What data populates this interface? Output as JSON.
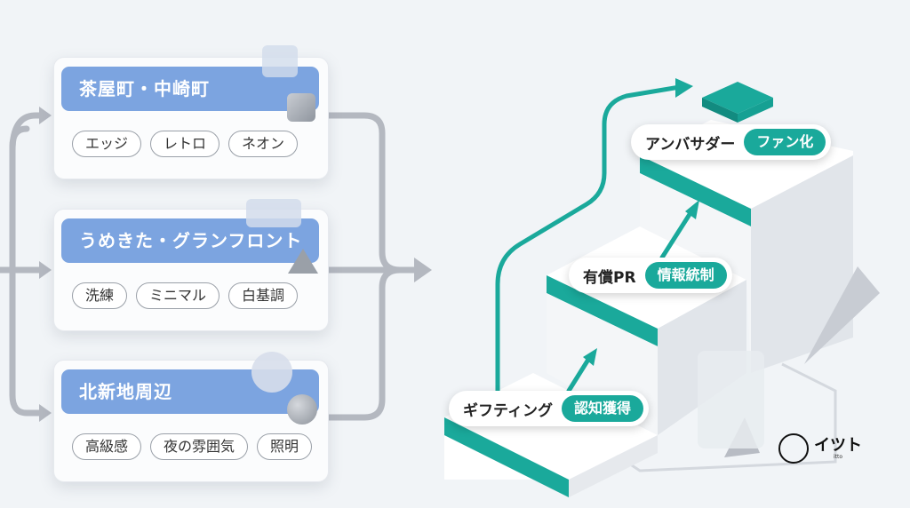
{
  "areas": [
    {
      "title": "茶屋町・中崎町",
      "tags": [
        "エッジ",
        "レトロ",
        "ネオン"
      ]
    },
    {
      "title": "うめきた・グランフロント",
      "tags": [
        "洗練",
        "ミニマル",
        "白基調"
      ]
    },
    {
      "title": "北新地周辺",
      "tags": [
        "高級感",
        "夜の雰囲気",
        "照明"
      ]
    }
  ],
  "steps": [
    {
      "label": "ギフティング",
      "tag": "認知獲得"
    },
    {
      "label": "有償PR",
      "tag": "情報統制"
    },
    {
      "label": "アンバサダー",
      "tag": "ファン化"
    }
  ],
  "logo": {
    "name": "イツト",
    "sub": "itto"
  },
  "colors": {
    "header": "#7ca4e0",
    "teal": "#1aa99b",
    "arrow": "#b4b8c0"
  }
}
